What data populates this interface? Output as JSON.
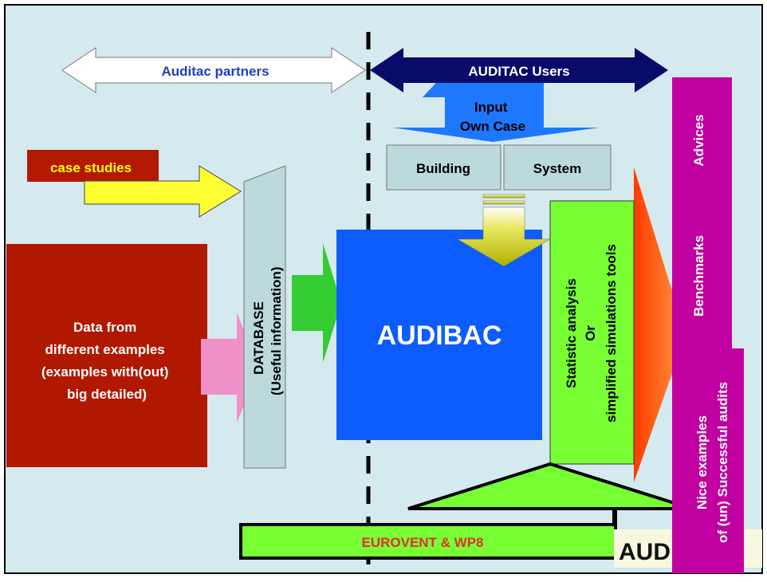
{
  "labels": {
    "partners": "Auditac partners",
    "users": "AUDITAC Users",
    "input_line1": "Input",
    "input_line2": "Own Case",
    "building": "Building",
    "system": "System",
    "case_studies": "case studies",
    "database_line1": "DATABASE",
    "database_line2": "(Useful information)",
    "data_line1": "Data from",
    "data_line2": "different examples",
    "data_line3": "(examples with(out)",
    "data_line4": "big detailed)",
    "audibac": "AUDIBAC",
    "stat_line1": "Statistic analysis",
    "stat_line2": "Or",
    "stat_line3": "simplified simulations tools",
    "advices": "Advices",
    "benchmarks": "Benchmarks",
    "nice_line1": "Nice examples",
    "nice_line2": "of (un) Successful audits",
    "eurovent": "EUROVENT & WP8",
    "logo": "AUDITAC"
  },
  "colors": {
    "background": "#d4eaee",
    "frame": "#000000",
    "partners_arrow": "#ffffff",
    "partners_text": "#1f3fbf",
    "users_arrow": "#0a0a6a",
    "input_arrow": "#1e78ff",
    "box_fill": "#bcd9dc",
    "case_studies": "#b31800",
    "case_studies_text": "#ffff00",
    "yellow_arrow": "#ffff33",
    "data_box": "#b01800",
    "pink_arrow": "#f090c8",
    "green_arrow": "#33cc33",
    "audibac": "#0d5cff",
    "olive_arrow": "#c8c800",
    "stat_box": "#77ff33",
    "magenta": "#c000a0",
    "eurovent_arrow": "#77ff33",
    "eurovent_text": "#e03030",
    "logo_blue": "#1e78ff"
  }
}
